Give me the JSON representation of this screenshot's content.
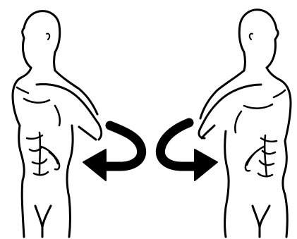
{
  "illustration": {
    "background_color": "#ffffff",
    "ink_color": "#000000",
    "figures": [
      {
        "name": "left-torso-figure",
        "facing": "left"
      },
      {
        "name": "right-torso-figure",
        "facing": "right"
      }
    ],
    "arrows": [
      {
        "name": "left-twist-arrow",
        "points": "left"
      },
      {
        "name": "right-twist-arrow",
        "points": "right"
      }
    ]
  }
}
